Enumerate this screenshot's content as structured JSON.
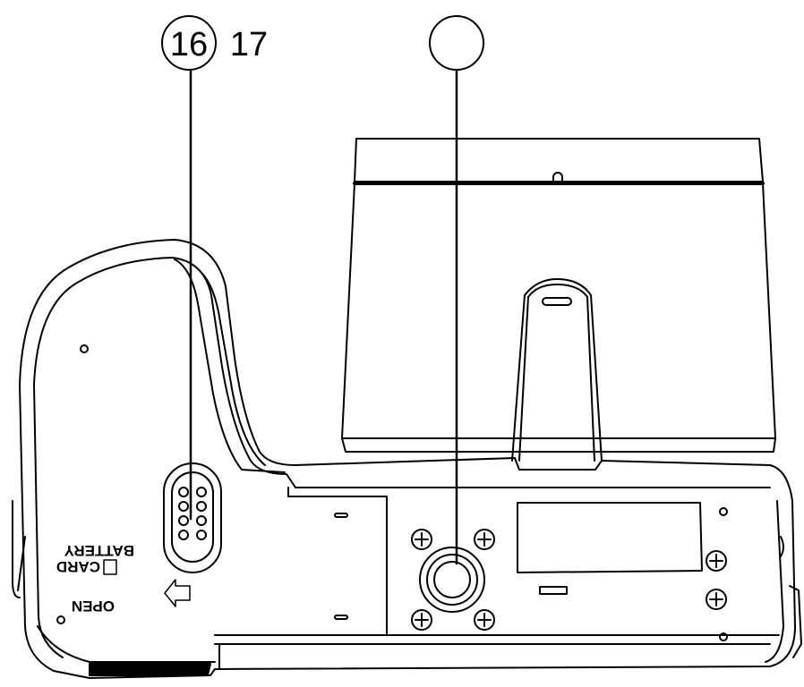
{
  "callouts": {
    "left_number": "16",
    "right_number": "17"
  },
  "battery_door": {
    "battery_label": "BATTERY",
    "card_label": "CARD",
    "open_label": "OPEN"
  },
  "colors": {
    "line": "#000000",
    "background": "#ffffff"
  }
}
